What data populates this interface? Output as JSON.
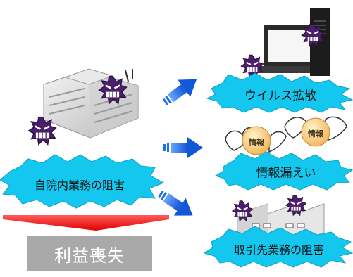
{
  "labels": {
    "internal_disruption": "自院内業務の阻害",
    "loss_of_profit": "利益喪失",
    "virus_spread": "ウイルス拡散",
    "information_leak": "情報漏えい",
    "partner_disruption": "取引先業務の阻害"
  },
  "badges": {
    "left": "情報",
    "right": "情報"
  },
  "colors": {
    "burst_fill": "#13c7ee",
    "arrow_blue": "#1f6fe8",
    "arrow_red": "#ff1a1a",
    "loss_box": "#a9a9a9",
    "virus_purple": "#4b1f6a"
  },
  "icons": {
    "hospital": "hospital-building-icon",
    "virus": "virus-monster-icon",
    "computer": "desktop-computer-icon",
    "winged_info": "winged-information-icon",
    "factory": "factory-building-icon"
  }
}
